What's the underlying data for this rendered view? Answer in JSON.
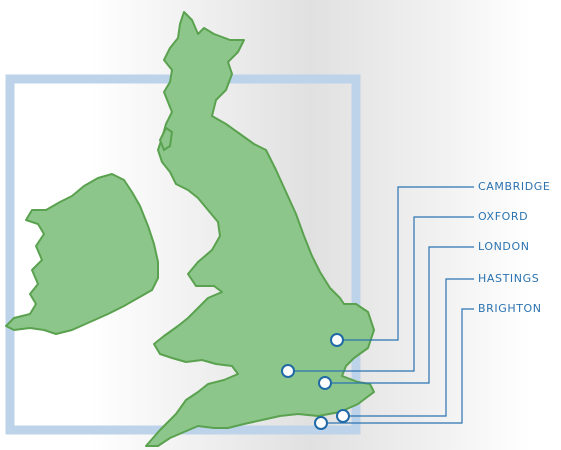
{
  "cities": [
    {
      "name": "CAMBRIDGE"
    },
    {
      "name": "OXFORD"
    },
    {
      "name": "LONDON"
    },
    {
      "name": "HASTINGS"
    },
    {
      "name": "BRIGHTON"
    }
  ],
  "colors": {
    "land_fill": "#8dc68a",
    "land_stroke": "#5aa24f",
    "frame": "#bcd3ea",
    "leader_line": "#2b73b0",
    "label_text": "#2b73b0",
    "marker_fill": "#ffffff",
    "marker_stroke": "#1f6aa6"
  }
}
